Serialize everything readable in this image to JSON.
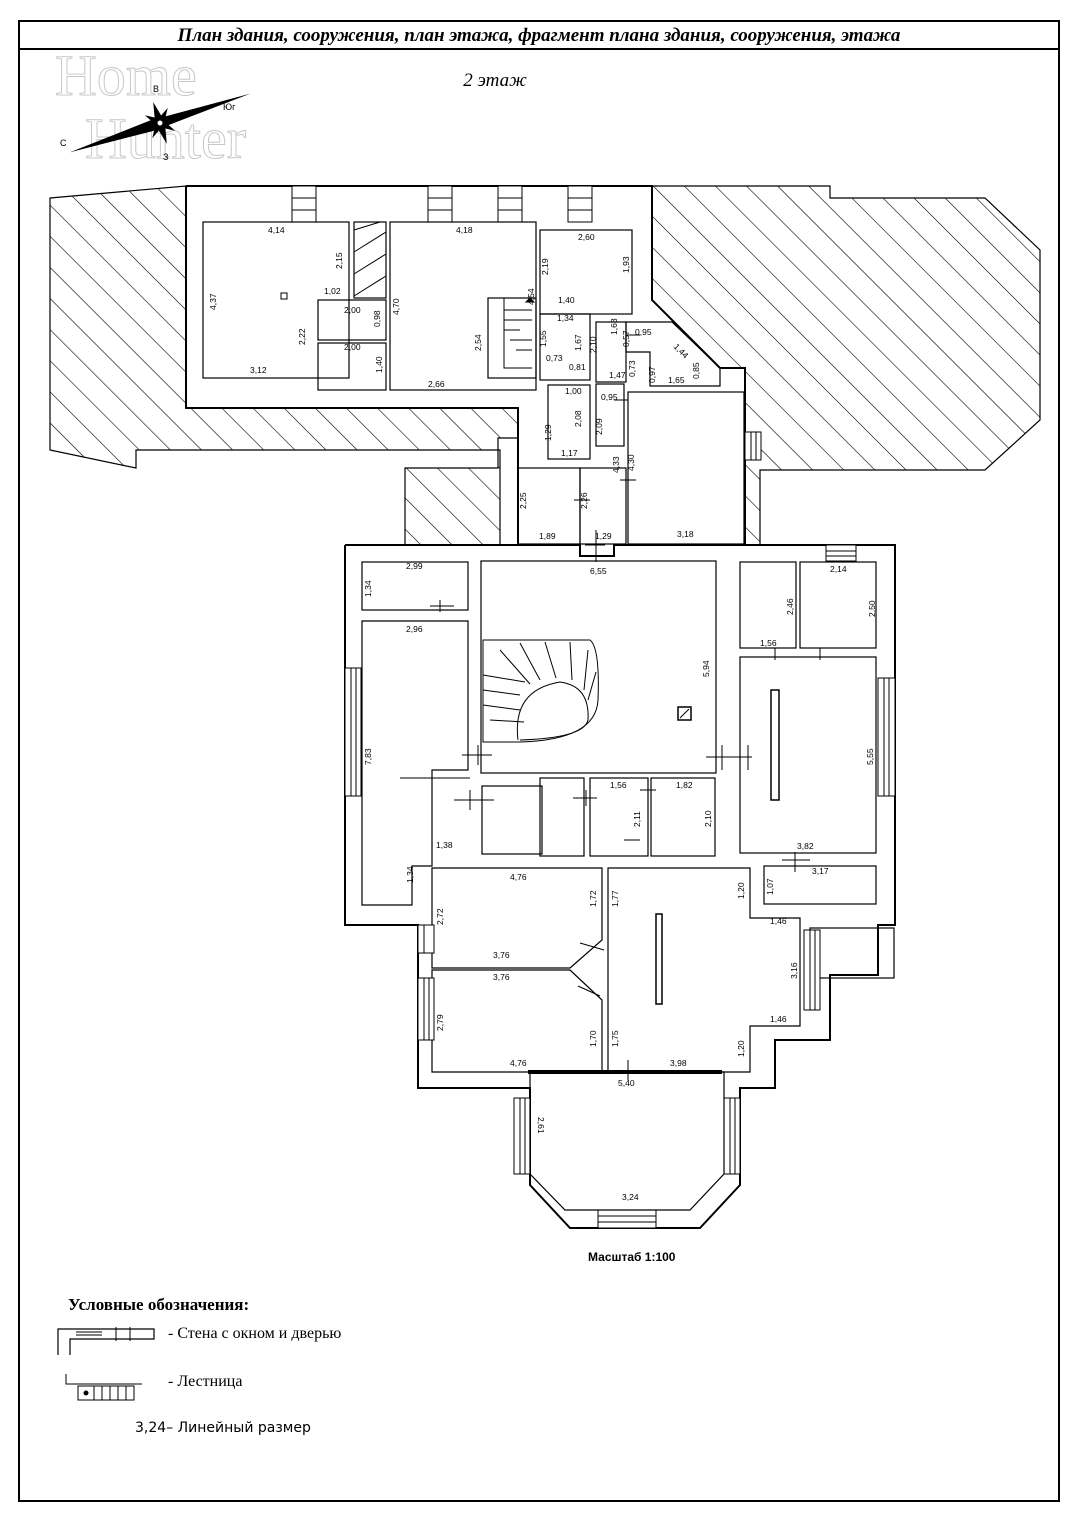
{
  "header": {
    "title": "План здания, сооружения, план этажа, фрагмент плана здания, сооружения, этажа",
    "floor": "2 этаж"
  },
  "watermark": {
    "line1": "Home",
    "line2": "Hunter"
  },
  "compass": {
    "north": "С",
    "east": "В",
    "south": "Юг",
    "west": "З"
  },
  "scale": "Масштаб 1:100",
  "legend": {
    "title": "Условные обозначения:",
    "wall": "- Стена с окном и дверью",
    "stairs": "- Лестница",
    "dimension": "3,24– Линейный размер"
  },
  "dimensions": [
    "4,14",
    "4,37",
    "1,02",
    "2,15",
    "3,12",
    "2,22",
    "2,00",
    "0,98",
    "2,00",
    "1,40",
    "4,18",
    "4,70",
    "2,54",
    "2,66",
    "4,54",
    "2,60",
    "2,19",
    "1,93",
    "1,40",
    "1,34",
    "1,55",
    "0,73",
    "1,67",
    "0,81",
    "2,10",
    "1,63",
    "0,95",
    "0,57",
    "1,44",
    "0,73",
    "0,97",
    "1,65",
    "0,85",
    "1,47",
    "1,00",
    "0,95",
    "2,08",
    "2,09",
    "1,29",
    "1,17",
    "2,25",
    "1,89",
    "2,26",
    "1,29",
    "4,33",
    "4,30",
    "3,18",
    "2,99",
    "1,34",
    "2,96",
    "7,83",
    "1,38",
    "1,34",
    "6,55",
    "5,94",
    "1,56",
    "2,11",
    "1,82",
    "2,10",
    "2,14",
    "2,46",
    "2,50",
    "1,56",
    "5,55",
    "3,82",
    "1,07",
    "3,17",
    "4,76",
    "2,72",
    "1,72",
    "3,76",
    "3,76",
    "2,79",
    "1,70",
    "4,76",
    "1,77",
    "1,20",
    "1,46",
    "3,16",
    "1,46",
    "1,75",
    "1,20",
    "3,98",
    "5,40",
    "2,61",
    "3,24"
  ]
}
